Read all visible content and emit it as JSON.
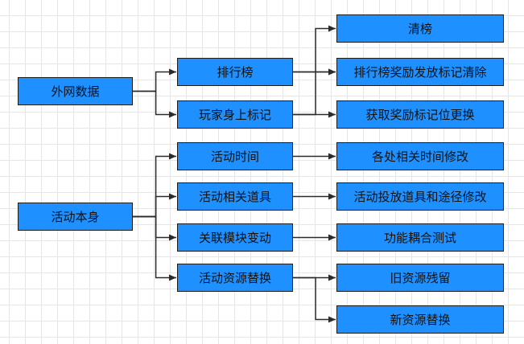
{
  "colors": {
    "node_fill": "#1e90ff",
    "node_border": "#1b1b1b",
    "connector": "#2b2b2b"
  },
  "nodes": {
    "waiwang_shuju": "外网数据",
    "huodong_benshen": "活动本身",
    "paihangbang": "排行榜",
    "wanjia_shenshang_biaoji": "玩家身上标记",
    "huodong_shijian": "活动时间",
    "huodong_xiangguan_daoju": "活动相关道具",
    "guanlian_mokuai_biandong": "关联模块变动",
    "huodong_ziyuan_tihuan": "活动资源替换",
    "qingbang": "清榜",
    "paihangbang_jiangli_biaoji_qingchu": "排行榜奖励发放标记清除",
    "huoqu_jiangli_biaoji_genghuan": "获取奖励标记位更换",
    "gechu_shijian_xiugai": "各处相关时间修改",
    "daoju_tujing_xiugai": "活动投放道具和途径修改",
    "gongneng_ouhe_ceshi": "功能耦合测试",
    "jiu_ziyuan_canliu": "旧资源残留",
    "xin_ziyuan_tihuan": "新资源替换"
  },
  "edges": [
    [
      "waiwang_shuju",
      "paihangbang"
    ],
    [
      "waiwang_shuju",
      "wanjia_shenshang_biaoji"
    ],
    [
      "huodong_benshen",
      "huodong_shijian"
    ],
    [
      "huodong_benshen",
      "huodong_xiangguan_daoju"
    ],
    [
      "huodong_benshen",
      "guanlian_mokuai_biandong"
    ],
    [
      "huodong_benshen",
      "huodong_ziyuan_tihuan"
    ],
    [
      "paihangbang",
      "qingbang"
    ],
    [
      "paihangbang",
      "paihangbang_jiangli_biaoji_qingchu"
    ],
    [
      "wanjia_shenshang_biaoji",
      "paihangbang_jiangli_biaoji_qingchu"
    ],
    [
      "wanjia_shenshang_biaoji",
      "huoqu_jiangli_biaoji_genghuan"
    ],
    [
      "huodong_shijian",
      "gechu_shijian_xiugai"
    ],
    [
      "huodong_xiangguan_daoju",
      "daoju_tujing_xiugai"
    ],
    [
      "guanlian_mokuai_biandong",
      "gongneng_ouhe_ceshi"
    ],
    [
      "huodong_ziyuan_tihuan",
      "jiu_ziyuan_canliu"
    ],
    [
      "huodong_ziyuan_tihuan",
      "xin_ziyuan_tihuan"
    ]
  ]
}
